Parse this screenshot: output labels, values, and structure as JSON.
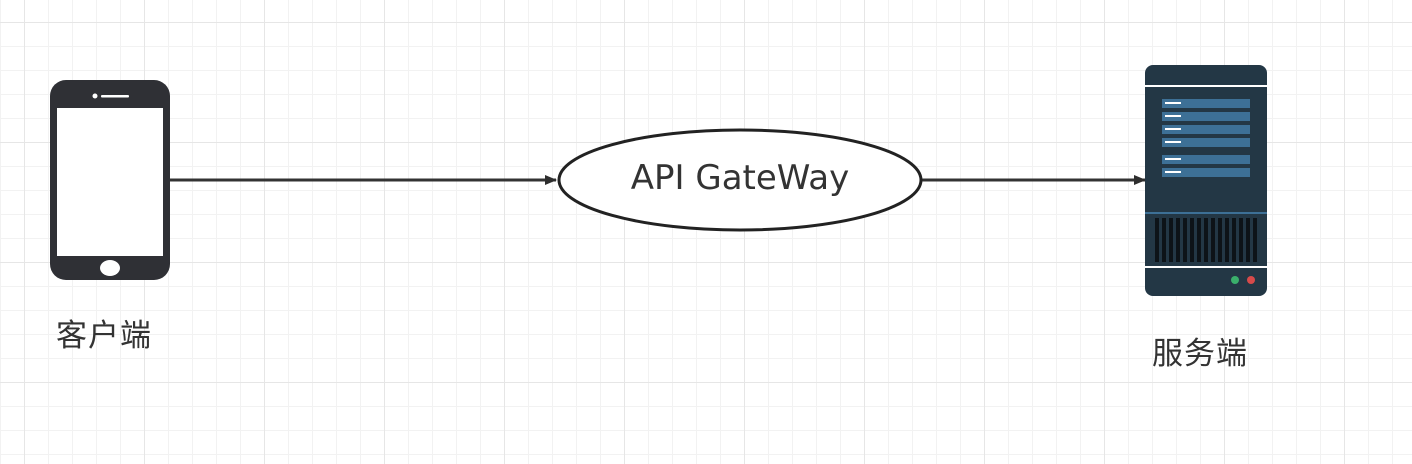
{
  "nodes": {
    "client": {
      "label": "客户端",
      "icon": "smartphone-icon"
    },
    "gateway": {
      "label": "API GateWay",
      "shape": "ellipse"
    },
    "server": {
      "label": "服务端",
      "icon": "server-icon"
    }
  },
  "edges": [
    {
      "from": "client",
      "to": "gateway",
      "arrow": "end"
    },
    {
      "from": "gateway",
      "to": "server",
      "arrow": "end"
    }
  ],
  "colors": {
    "stroke": "#333333",
    "phone_body": "#2f3035",
    "server_body": "#233745",
    "server_bars": "#3d7096",
    "led_green": "#3aaf6b",
    "led_red": "#d64a4a"
  }
}
